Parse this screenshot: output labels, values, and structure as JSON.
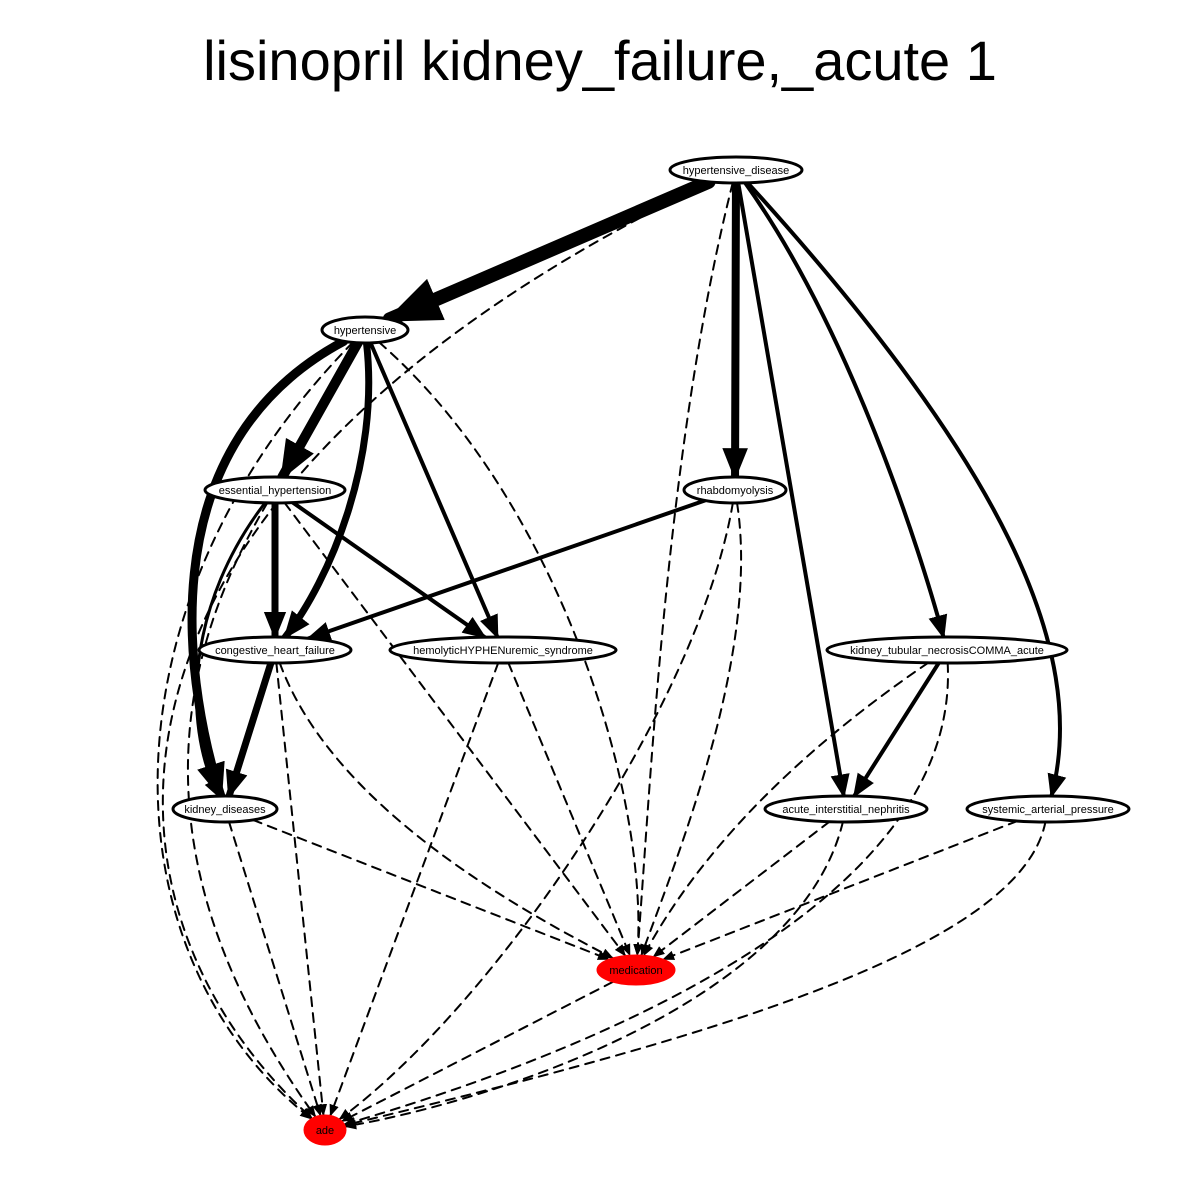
{
  "title": "lisinopril kidney_failure,_acute 1",
  "colors": {
    "highlight_node": "#ff0000",
    "plain_node": "#ffffff",
    "edge": "#000000"
  },
  "nodes": [
    {
      "id": "hypertensive_disease",
      "label": "hypertensive_disease",
      "highlight": false
    },
    {
      "id": "hypertensive",
      "label": "hypertensive",
      "highlight": false
    },
    {
      "id": "essential_hypertension",
      "label": "essential_hypertension",
      "highlight": false
    },
    {
      "id": "rhabdomyolysis",
      "label": "rhabdomyolysis",
      "highlight": false
    },
    {
      "id": "congestive_heart_failure",
      "label": "congestive_heart_failure",
      "highlight": false
    },
    {
      "id": "hemolyticHYPHENuremic_syndrome",
      "label": "hemolyticHYPHENuremic_syndrome",
      "highlight": false
    },
    {
      "id": "kidney_tubular_necrosisCOMMA_acute",
      "label": "kidney_tubular_necrosisCOMMA_acute",
      "highlight": false
    },
    {
      "id": "kidney_diseases",
      "label": "kidney_diseases",
      "highlight": false
    },
    {
      "id": "acute_interstitial_nephritis",
      "label": "acute_interstitial_nephritis",
      "highlight": false
    },
    {
      "id": "systemic_arterial_pressure",
      "label": "systemic_arterial_pressure",
      "highlight": false
    },
    {
      "id": "medication",
      "label": "medication",
      "highlight": true
    },
    {
      "id": "ade",
      "label": "ade",
      "highlight": true
    }
  ],
  "edges": [
    {
      "from": "hypertensive_disease",
      "to": "hypertensive",
      "style": "solid",
      "weight": 14
    },
    {
      "from": "hypertensive_disease",
      "to": "rhabdomyolysis",
      "style": "solid",
      "weight": 8
    },
    {
      "from": "hypertensive_disease",
      "to": "acute_interstitial_nephritis",
      "style": "solid",
      "weight": 4
    },
    {
      "from": "hypertensive_disease",
      "to": "kidney_tubular_necrosisCOMMA_acute",
      "style": "solid",
      "weight": 4
    },
    {
      "from": "hypertensive_disease",
      "to": "systemic_arterial_pressure",
      "style": "solid",
      "weight": 4
    },
    {
      "from": "hypertensive_disease",
      "to": "medication",
      "style": "dashed",
      "weight": 2
    },
    {
      "from": "hypertensive_disease",
      "to": "ade",
      "style": "dashed",
      "weight": 2
    },
    {
      "from": "hypertensive",
      "to": "essential_hypertension",
      "style": "solid",
      "weight": 10
    },
    {
      "from": "hypertensive",
      "to": "congestive_heart_failure",
      "style": "solid",
      "weight": 7
    },
    {
      "from": "hypertensive",
      "to": "kidney_diseases",
      "style": "solid",
      "weight": 9
    },
    {
      "from": "hypertensive",
      "to": "hemolyticHYPHENuremic_syndrome",
      "style": "solid",
      "weight": 4
    },
    {
      "from": "hypertensive",
      "to": "medication",
      "style": "dashed",
      "weight": 2
    },
    {
      "from": "hypertensive",
      "to": "ade",
      "style": "dashed",
      "weight": 2
    },
    {
      "from": "essential_hypertension",
      "to": "congestive_heart_failure",
      "style": "solid",
      "weight": 7
    },
    {
      "from": "essential_hypertension",
      "to": "hemolyticHYPHENuremic_syndrome",
      "style": "solid",
      "weight": 4
    },
    {
      "from": "essential_hypertension",
      "to": "kidney_diseases",
      "style": "solid",
      "weight": 3
    },
    {
      "from": "essential_hypertension",
      "to": "medication",
      "style": "dashed",
      "weight": 2
    },
    {
      "from": "essential_hypertension",
      "to": "ade",
      "style": "dashed",
      "weight": 2
    },
    {
      "from": "rhabdomyolysis",
      "to": "congestive_heart_failure",
      "style": "solid",
      "weight": 4
    },
    {
      "from": "rhabdomyolysis",
      "to": "medication",
      "style": "dashed",
      "weight": 2
    },
    {
      "from": "rhabdomyolysis",
      "to": "ade",
      "style": "dashed",
      "weight": 2
    },
    {
      "from": "congestive_heart_failure",
      "to": "kidney_diseases",
      "style": "solid",
      "weight": 7
    },
    {
      "from": "congestive_heart_failure",
      "to": "medication",
      "style": "dashed",
      "weight": 2
    },
    {
      "from": "congestive_heart_failure",
      "to": "ade",
      "style": "dashed",
      "weight": 2
    },
    {
      "from": "hemolyticHYPHENuremic_syndrome",
      "to": "medication",
      "style": "dashed",
      "weight": 2
    },
    {
      "from": "hemolyticHYPHENuremic_syndrome",
      "to": "ade",
      "style": "dashed",
      "weight": 2
    },
    {
      "from": "kidney_tubular_necrosisCOMMA_acute",
      "to": "acute_interstitial_nephritis",
      "style": "solid",
      "weight": 4
    },
    {
      "from": "kidney_tubular_necrosisCOMMA_acute",
      "to": "medication",
      "style": "dashed",
      "weight": 2
    },
    {
      "from": "kidney_tubular_necrosisCOMMA_acute",
      "to": "ade",
      "style": "dashed",
      "weight": 2
    },
    {
      "from": "kidney_diseases",
      "to": "medication",
      "style": "dashed",
      "weight": 2
    },
    {
      "from": "kidney_diseases",
      "to": "ade",
      "style": "dashed",
      "weight": 2
    },
    {
      "from": "acute_interstitial_nephritis",
      "to": "medication",
      "style": "dashed",
      "weight": 2
    },
    {
      "from": "acute_interstitial_nephritis",
      "to": "ade",
      "style": "dashed",
      "weight": 2
    },
    {
      "from": "systemic_arterial_pressure",
      "to": "medication",
      "style": "dashed",
      "weight": 2
    },
    {
      "from": "systemic_arterial_pressure",
      "to": "ade",
      "style": "dashed",
      "weight": 2
    },
    {
      "from": "medication",
      "to": "ade",
      "style": "dashed",
      "weight": 2
    }
  ]
}
